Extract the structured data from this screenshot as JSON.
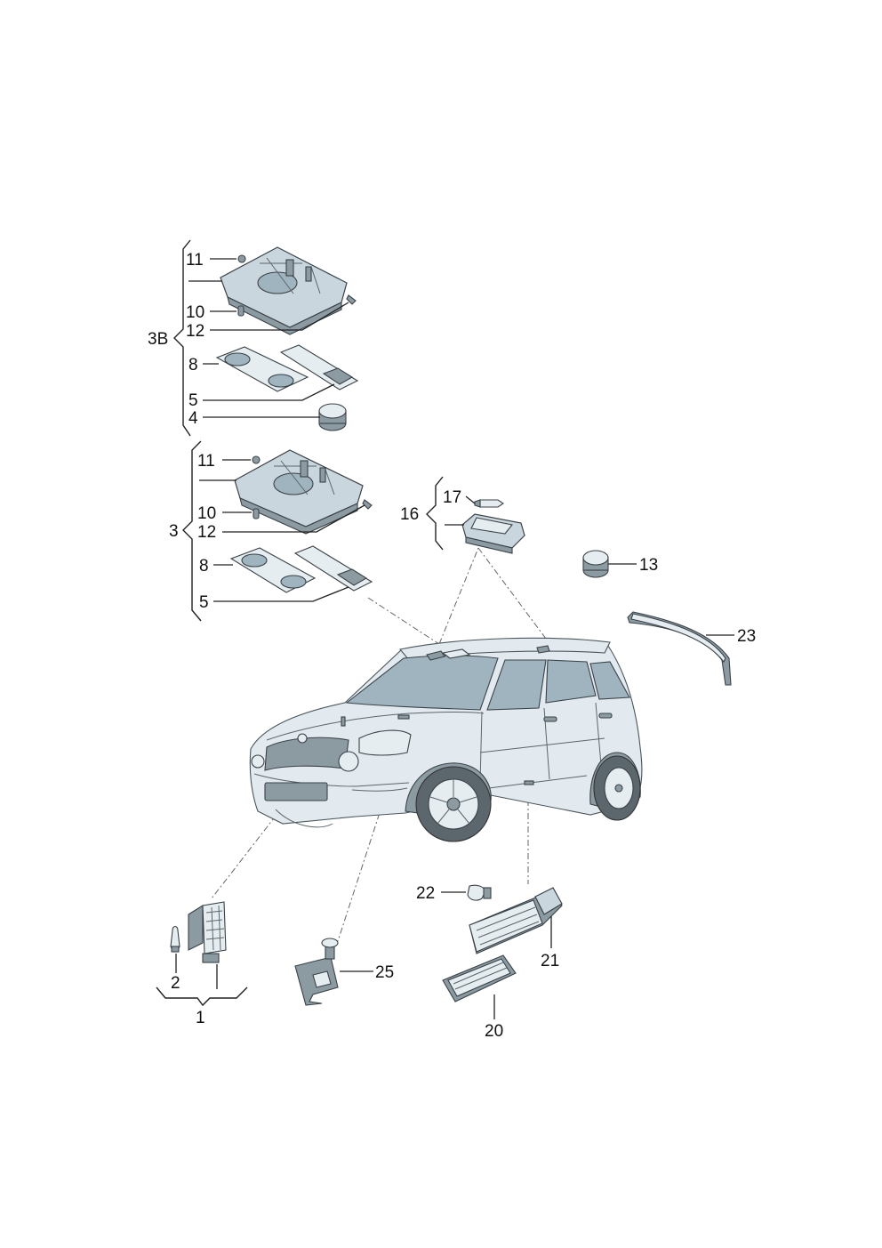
{
  "labels": {
    "l11a": "11",
    "l10a": "10",
    "l12a": "12",
    "l3b": "3B",
    "l8a": "8",
    "l5a": "5",
    "l4": "4",
    "l11b": "11",
    "l10b": "10",
    "l3": "3",
    "l12b": "12",
    "l8b": "8",
    "l5b": "5",
    "l17": "17",
    "l16": "16",
    "l13": "13",
    "l23": "23",
    "l22": "22",
    "l21": "21",
    "l20": "20",
    "l25": "25",
    "l2": "2",
    "l1": "1"
  },
  "colors": {
    "part_fill": "#c9d6dd",
    "part_dark": "#8c9aa2",
    "glass": "#9fb4bf",
    "car_body": "#e2eaef",
    "line": "#222222"
  }
}
